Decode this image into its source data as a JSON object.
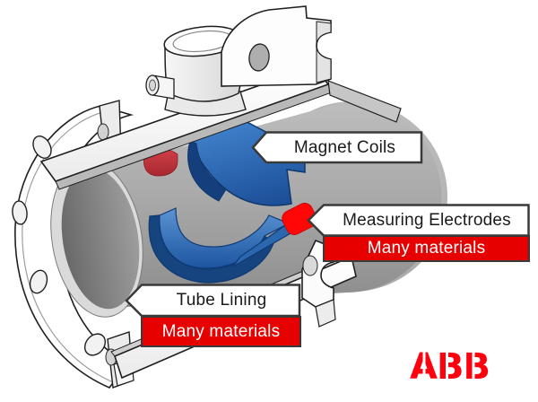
{
  "callouts": {
    "magnet_coils": {
      "label": "Magnet Coils"
    },
    "measuring_electrodes": {
      "label": "Measuring Electrodes",
      "sub_label": "Many materials"
    },
    "tube_lining": {
      "label": "Tube Lining",
      "sub_label": "Many materials"
    }
  },
  "logo": {
    "text": "ABB",
    "color": "#ff000f"
  },
  "colors": {
    "label_border": "#3a3a3a",
    "label_background": "#ffffff",
    "label_text": "#1a1a1a",
    "highlight_red": "#e60000",
    "highlight_text": "#ffffff",
    "coil_blue": "#2a6ebb",
    "electrode_red": "#ff0707",
    "metal_gray": "#a9a9a9",
    "body_white": "#ffffff"
  }
}
